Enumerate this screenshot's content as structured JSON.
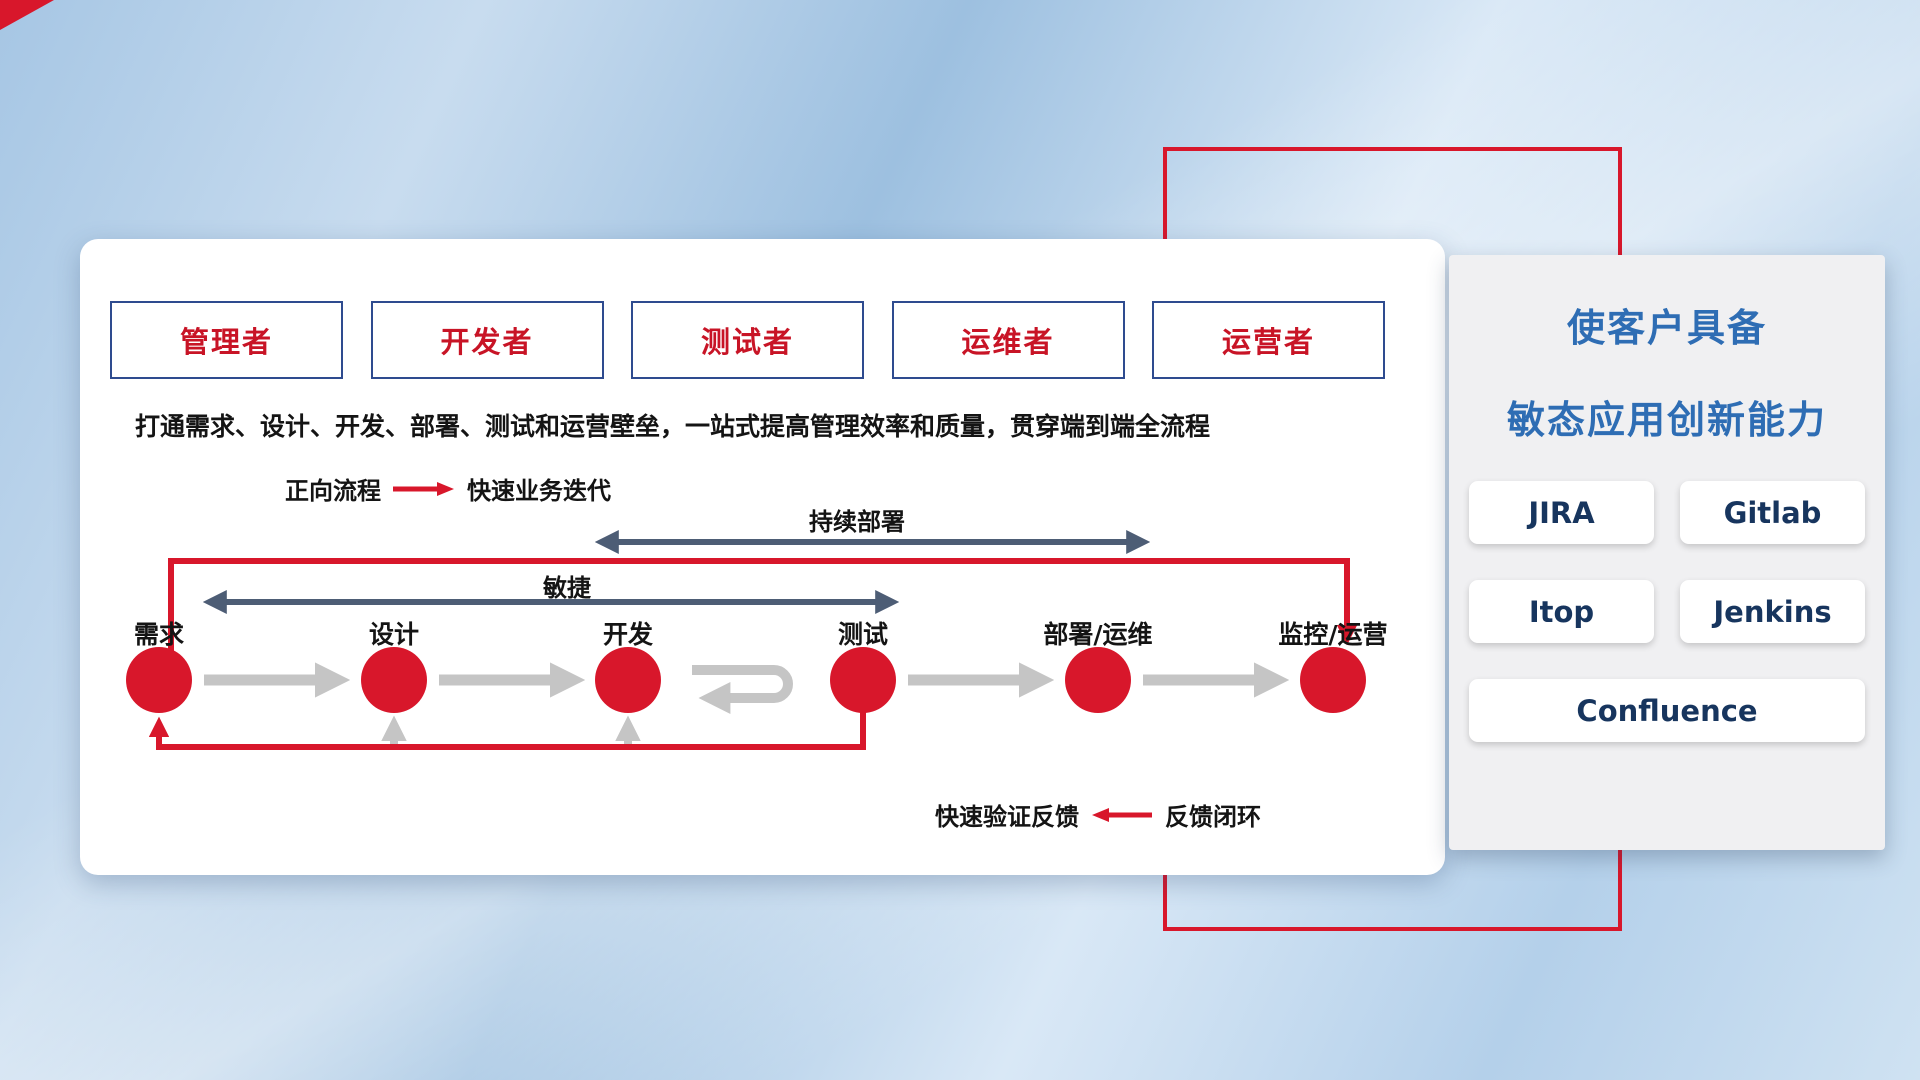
{
  "roles": [
    {
      "label": "管理者"
    },
    {
      "label": "开发者"
    },
    {
      "label": "测试者"
    },
    {
      "label": "运维者"
    },
    {
      "label": "运营者"
    }
  ],
  "subtitle": "打通需求、设计、开发、部署、测试和运营壁垒，一站式提高管理效率和质量，贯穿端到端全流程",
  "legend_forward": {
    "label": "正向流程",
    "value": "快速业务迭代"
  },
  "legend_feedback": {
    "label": "快速验证反馈",
    "value": "反馈闭环"
  },
  "spans": {
    "continuous_deploy": "持续部署",
    "agile": "敏捷"
  },
  "stages": [
    {
      "label": "需求"
    },
    {
      "label": "设计"
    },
    {
      "label": "开发"
    },
    {
      "label": "测试"
    },
    {
      "label": "部署/运维"
    },
    {
      "label": "监控/运营"
    }
  ],
  "panel": {
    "title_line1": "使客户具备",
    "title_line2": "敏态应用创新能力",
    "tools": [
      {
        "label": "JIRA"
      },
      {
        "label": "Gitlab"
      },
      {
        "label": "Itop"
      },
      {
        "label": "Jenkins"
      },
      {
        "label": "Confluence"
      }
    ]
  },
  "colors": {
    "primary_red": "#d8172b",
    "box_border_navy": "#2e4b8f",
    "dark_arrow": "#4d5d75",
    "gray_arrow": "#c5c5c5",
    "panel_title_blue": "#2e6db4",
    "tool_text_navy": "#17355e"
  }
}
